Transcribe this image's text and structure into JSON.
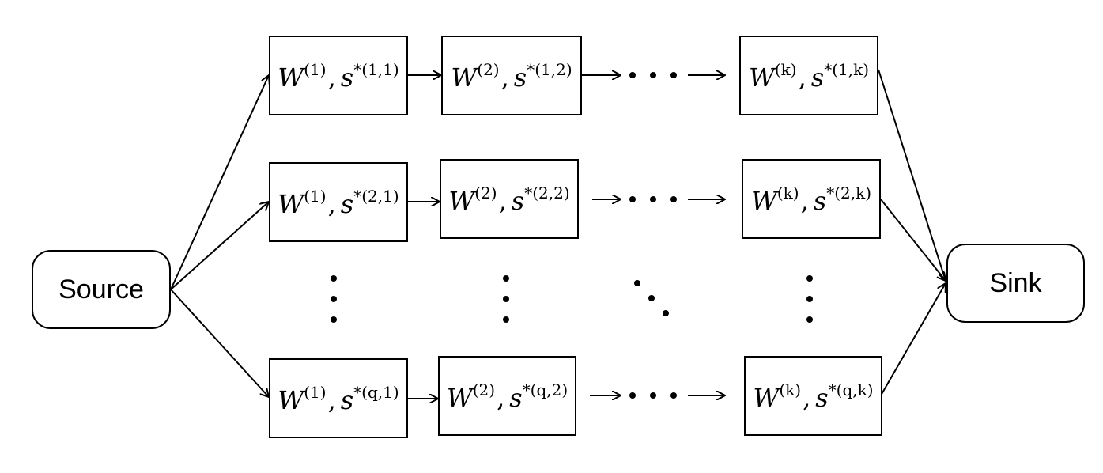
{
  "nodes": {
    "source": "Source",
    "sink": "Sink"
  },
  "grid": {
    "rows": [
      {
        "cells": [
          {
            "w": "W",
            "w_sup": "(1)",
            "s": "s",
            "s_sup": "*(1,1)"
          },
          {
            "w": "W",
            "w_sup": "(2)",
            "s": "s",
            "s_sup": "*(1,2)"
          },
          {
            "w": "W",
            "w_sup": "(k)",
            "s": "s",
            "s_sup": "*(1,k)"
          }
        ]
      },
      {
        "cells": [
          {
            "w": "W",
            "w_sup": "(1)",
            "s": "s",
            "s_sup": "*(2,1)"
          },
          {
            "w": "W",
            "w_sup": "(2)",
            "s": "s",
            "s_sup": "*(2,2)"
          },
          {
            "w": "W",
            "w_sup": "(k)",
            "s": "s",
            "s_sup": "*(2,k)"
          }
        ]
      },
      {
        "cells": [
          {
            "w": "W",
            "w_sup": "(1)",
            "s": "s",
            "s_sup": "*(q,1)"
          },
          {
            "w": "W",
            "w_sup": "(2)",
            "s": "s",
            "s_sup": "*(q,2)"
          },
          {
            "w": "W",
            "w_sup": "(k)",
            "s": "s",
            "s_sup": "*(q,k)"
          }
        ]
      }
    ],
    "comma": ","
  }
}
